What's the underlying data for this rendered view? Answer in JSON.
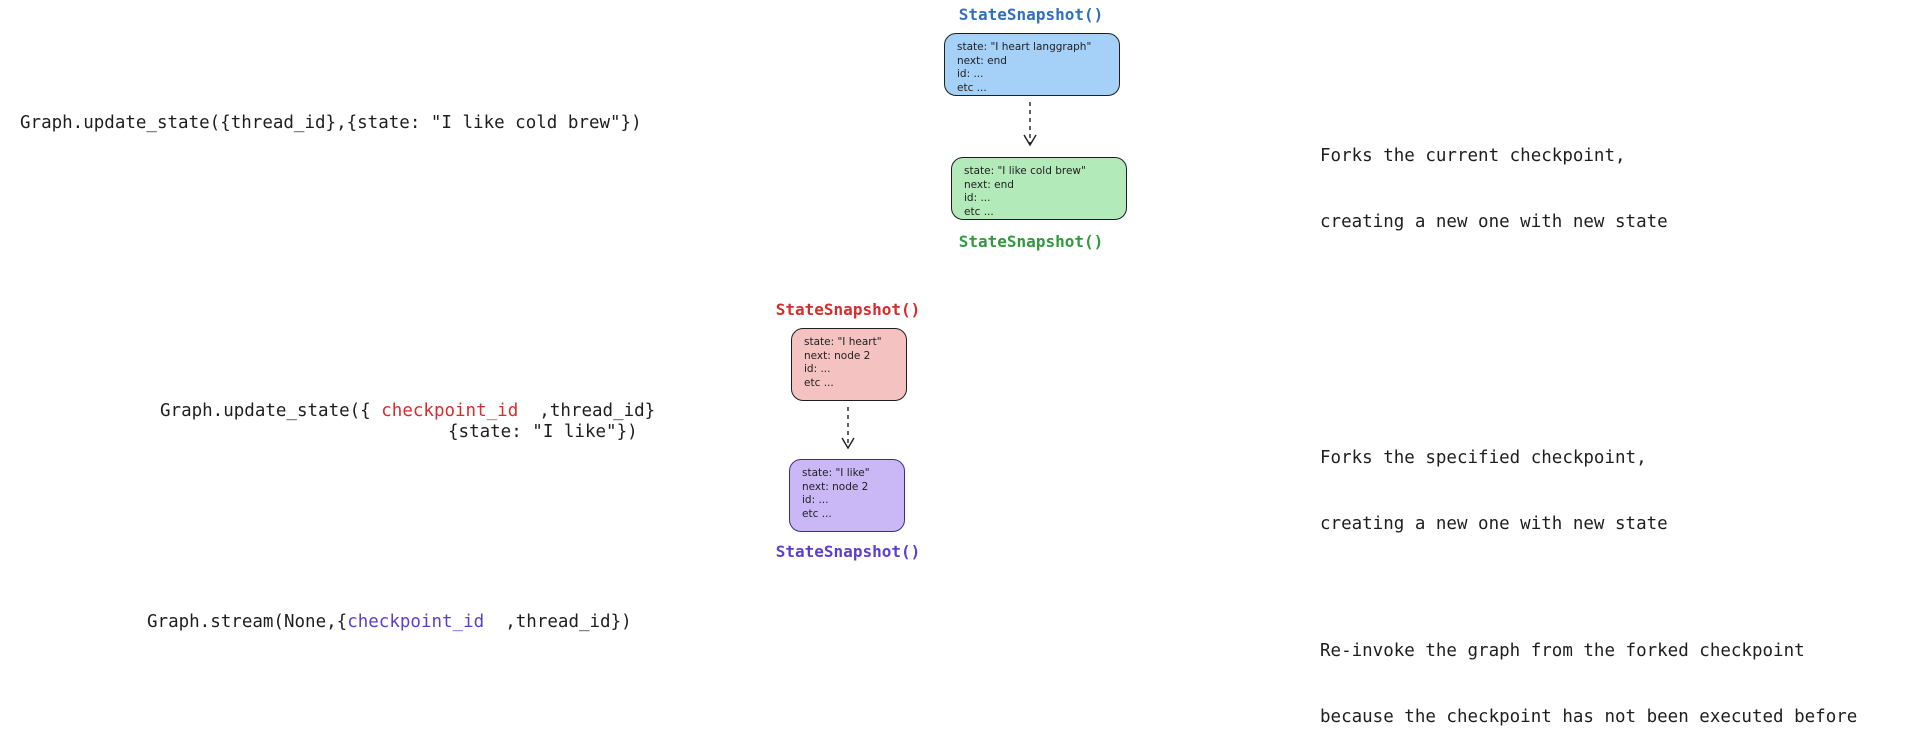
{
  "colors": {
    "blue_label": "#2f6fc2",
    "green_label": "#2f9a3e",
    "red_label": "#d92b2b",
    "purple_label": "#5b3fd0"
  },
  "row1": {
    "code": "Graph.update_state({thread_id},{state: \"I like cold brew\"})",
    "top_label": "StateSnapshot()",
    "top_box": [
      "state: \"I heart langgraph\"",
      "next: end",
      "id: ...",
      "etc ..."
    ],
    "bottom_box": [
      "state: \"I like cold brew\"",
      "next: end",
      "id: ...",
      "etc ..."
    ],
    "bottom_label": "StateSnapshot()",
    "note_line1": "Forks the current checkpoint,",
    "note_line2": "creating a new one with new state"
  },
  "row2": {
    "code_prefix": "Graph.update_state({ ",
    "code_highlight": "checkpoint_id",
    "code_suffix": "  ,thread_id}",
    "code_line2": "{state: \"I like\"})",
    "top_label": "StateSnapshot()",
    "top_box": [
      "state: \"I heart\"",
      "next: node 2",
      "id: ...",
      "etc ..."
    ],
    "bottom_box": [
      "state: \"I like\"",
      "next: node 2",
      "id: ...",
      "etc ..."
    ],
    "bottom_label": "StateSnapshot()",
    "note_line1": "Forks the specified checkpoint,",
    "note_line2": "creating a new one with new state"
  },
  "row3": {
    "code_prefix": "Graph.stream(None,{",
    "code_highlight": "checkpoint_id",
    "code_suffix": "  ,thread_id})",
    "note_line1": "Re-invoke the graph from the forked checkpoint",
    "note_line2": "because the checkpoint has not been executed before"
  }
}
